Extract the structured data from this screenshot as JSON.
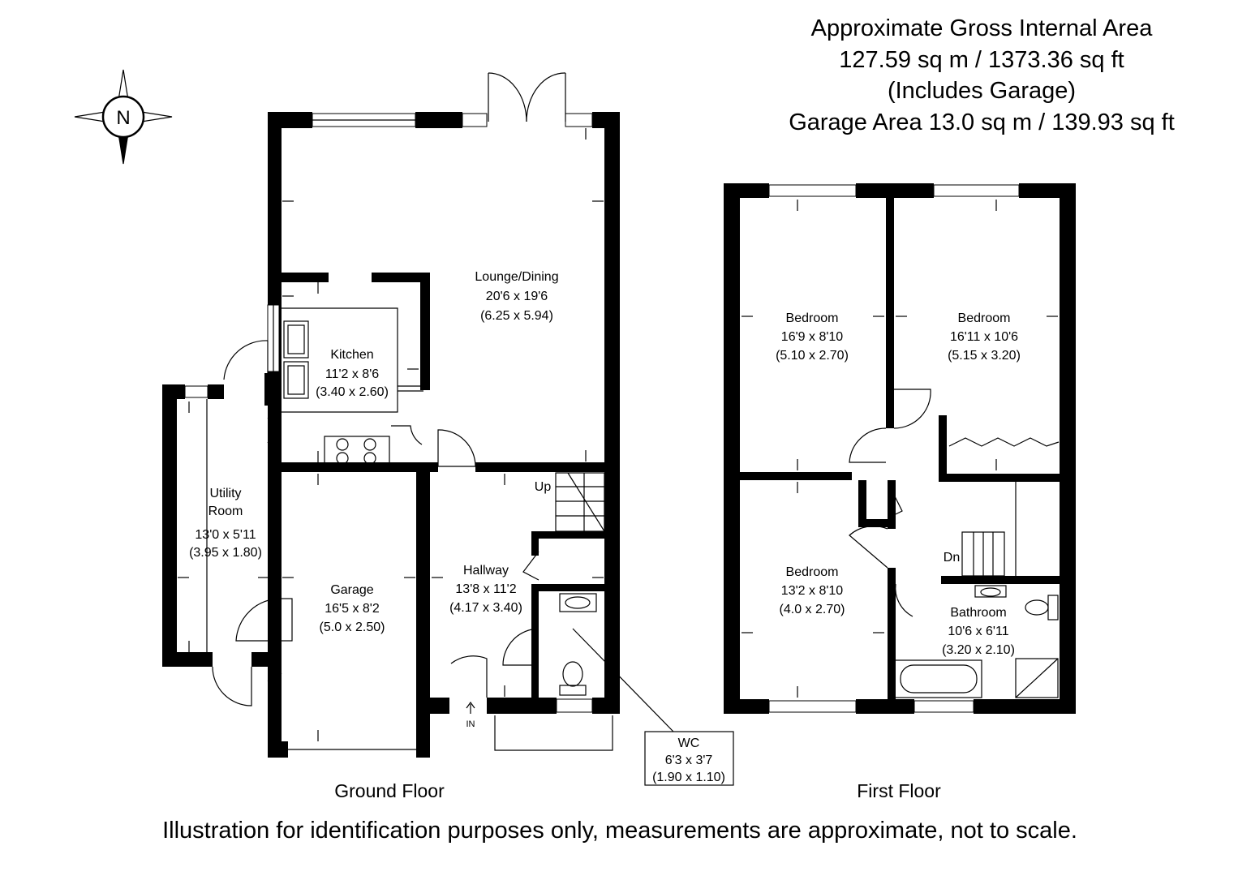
{
  "header": {
    "line1": "Approximate Gross Internal Area",
    "line2": "127.59 sq m / 1373.36 sq ft",
    "line3": "(Includes Garage)",
    "line4": "Garage Area 13.0 sq m / 139.93 sq ft"
  },
  "compass": {
    "label": "N",
    "icon": "compass-rose-icon"
  },
  "ground_floor": {
    "title": "Ground Floor",
    "rooms": {
      "lounge": {
        "name": "Lounge/Dining",
        "imperial": "20'6 x 19'6",
        "metric": "(6.25 x 5.94)"
      },
      "kitchen": {
        "name": "Kitchen",
        "imperial": "11'2 x 8'6",
        "metric": "(3.40 x 2.60)"
      },
      "utility": {
        "name": "Utility",
        "name2": "Room",
        "imperial": "13'0 x 5'11",
        "metric": "(3.95 x 1.80)"
      },
      "garage": {
        "name": "Garage",
        "imperial": "16'5 x 8'2",
        "metric": "(5.0 x 2.50)"
      },
      "hallway": {
        "name": "Hallway",
        "imperial": "13'8 x 11'2",
        "metric": "(4.17 x 3.40)"
      },
      "wc": {
        "name": "WC",
        "imperial": "6'3 x 3'7",
        "metric": "(1.90 x 1.10)"
      }
    },
    "stairs_label": "Up",
    "entrance_label": "IN"
  },
  "first_floor": {
    "title": "First Floor",
    "rooms": {
      "bedroom1": {
        "name": "Bedroom",
        "imperial": "16'9 x 8'10",
        "metric": "(5.10 x 2.70)"
      },
      "bedroom2": {
        "name": "Bedroom",
        "imperial": "16'11 x 10'6",
        "metric": "(5.15 x 3.20)"
      },
      "bedroom3": {
        "name": "Bedroom",
        "imperial": "13'2 x 8'10",
        "metric": "(4.0 x 2.70)"
      },
      "bathroom": {
        "name": "Bathroom",
        "imperial": "10'6 x 6'11",
        "metric": "(3.20 x 2.10)"
      }
    },
    "stairs_label": "Dn"
  },
  "disclaimer": "Illustration for identification purposes only, measurements are approximate, not to scale."
}
